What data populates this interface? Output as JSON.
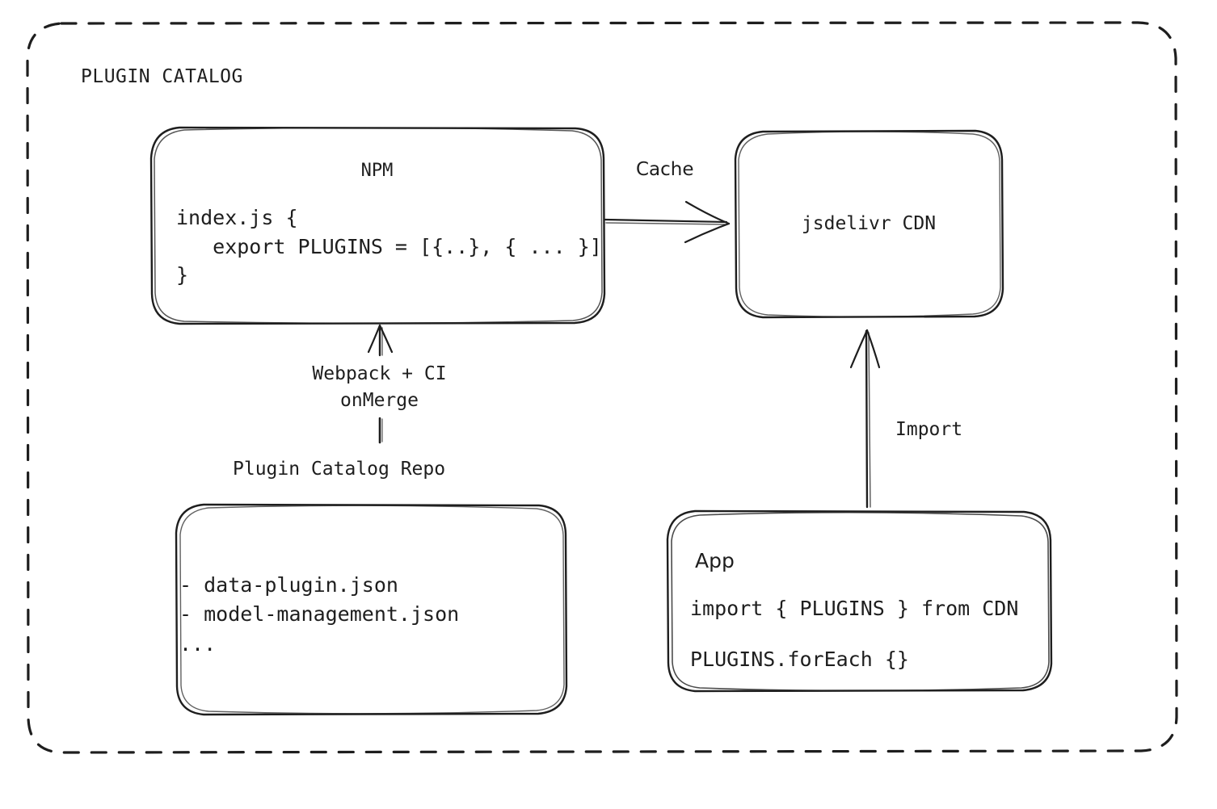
{
  "container": {
    "label": "PLUGIN CATALOG",
    "border_style": "dashed",
    "stroke_color": "#1e1e1e"
  },
  "colors": {
    "background": "#ffffff",
    "stroke": "#1e1e1e",
    "text": "#1e1e1e"
  },
  "nodes": {
    "npm": {
      "title": "NPM",
      "code": "index.js {\n   export PLUGINS = [{..}, { ... }]\n}"
    },
    "cdn": {
      "title": "jsdelivr CDN"
    },
    "repo": {
      "label": "Plugin Catalog Repo",
      "files": "- data-plugin.json\n- model-management.json\n..."
    },
    "app": {
      "title": "App",
      "line1": "import { PLUGINS } from CDN",
      "line2": "PLUGINS.forEach {}"
    }
  },
  "edges": {
    "cache": {
      "label": "Cache"
    },
    "build": {
      "label": "Webpack + CI\nonMerge"
    },
    "import": {
      "label": "Import"
    }
  }
}
